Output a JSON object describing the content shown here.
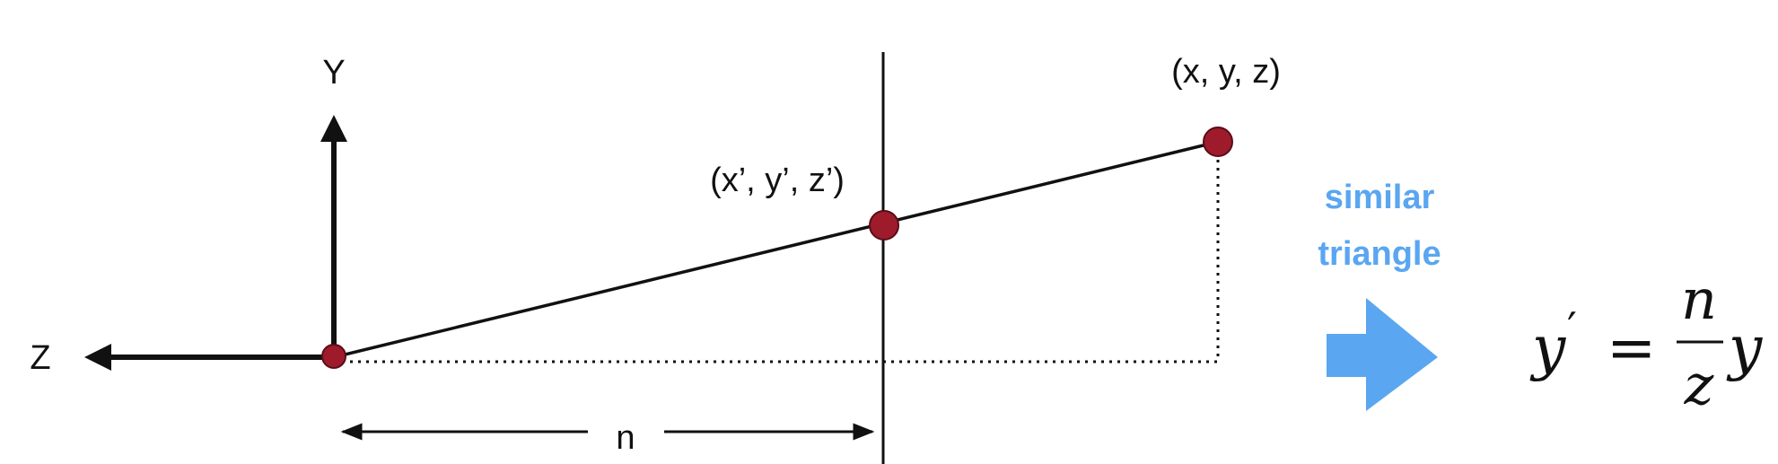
{
  "axes": {
    "y_label": "Y",
    "z_label": "Z"
  },
  "points": {
    "original": "(x, y, z)",
    "projected": "(x’, y’, z’)"
  },
  "distance_label": "n",
  "callout": {
    "line1": "similar",
    "line2": "triangle"
  },
  "equation": {
    "lhs": "y",
    "prime": "′",
    "equals": "=",
    "numerator": "n",
    "denominator": "z",
    "factor": "y"
  },
  "colors": {
    "point_fill": "#9e1b2c",
    "callout": "#5aa6f0",
    "ink": "#111111"
  }
}
